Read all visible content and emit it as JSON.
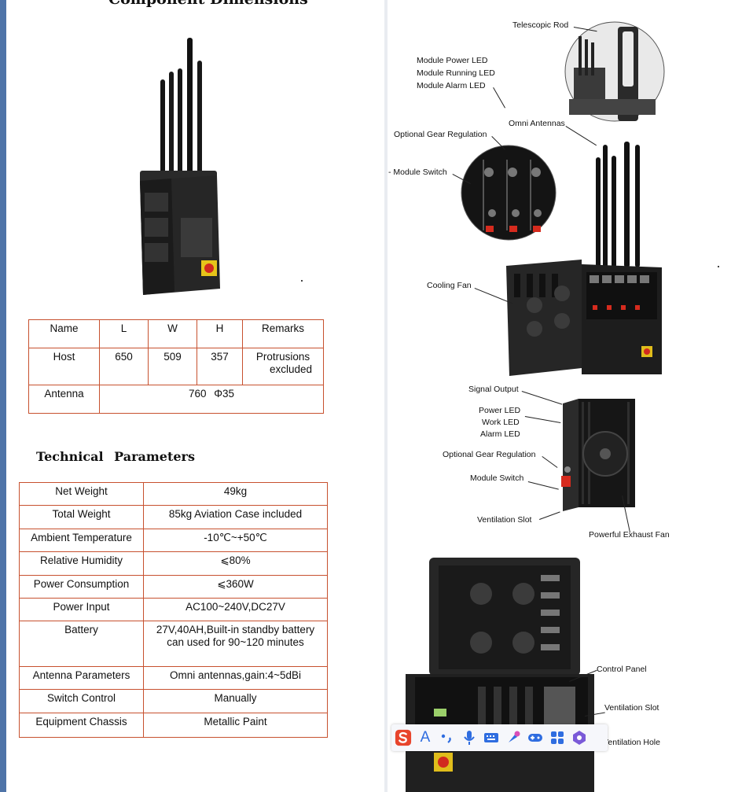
{
  "headings": {
    "component_dimensions": "Component Dimensions",
    "technical_parameters": "Technical Parameters"
  },
  "dimensions_table": {
    "headers": [
      "Name",
      "L",
      "W",
      "H",
      "Remarks"
    ],
    "host": {
      "name": "Host",
      "l": "650",
      "w": "509",
      "h": "357",
      "remarks_line1": "Protrusions",
      "remarks_line2": "excluded"
    },
    "antenna": {
      "name": "Antenna",
      "value": "760 Φ35"
    }
  },
  "technical_table": [
    {
      "label": "Net Weight",
      "value": "49kg"
    },
    {
      "label": "Total Weight",
      "value": "85kg Aviation Case included"
    },
    {
      "label": "Ambient Temperature",
      "value": "-10℃~+50℃"
    },
    {
      "label": "Relative Humidity",
      "value": "⩽80%"
    },
    {
      "label": "Power Consumption",
      "value": "⩽360W"
    },
    {
      "label": "Power Input",
      "value": "AC100~240V,DC27V"
    },
    {
      "label": "Battery",
      "value": "27V,40AH,Built-in standby battery",
      "value2": "can used for 90~120 minutes"
    },
    {
      "label": "Antenna Parameters",
      "value": "Omni antennas,gain:4~5dBi"
    },
    {
      "label": "Switch Control",
      "value": "Manually"
    },
    {
      "label": "Equipment Chassis",
      "value": "Metallic Paint"
    }
  ],
  "callouts": {
    "telescopic_rod": "Telescopic Rod",
    "module_power_led": "Module Power LED",
    "module_running_led": "Module Running LED",
    "module_alarm_led": "Module Alarm LED",
    "optional_gear_regulation_1": "Optional Gear Regulation",
    "omni_antennas": "Omni Antennas",
    "module_switch_1": "- Module Switch",
    "cooling_fan": "Cooling Fan",
    "signal_output": "Signal Output",
    "power_led": "Power LED",
    "work_led": "Work LED",
    "alarm_led": "Alarm LED",
    "optional_gear_regulation_2": "Optional Gear Regulation",
    "module_switch_2": "Module Switch",
    "ventilation_slot_1": "Ventilation Slot",
    "powerful_exhaust_fan": "Powerful Exhaust Fan",
    "control_panel": "Control Panel",
    "ventilation_slot_2": "Ventilation Slot",
    "ventilation_hole": "Ventilation Hole"
  },
  "toolbar_icons": [
    "sogou-logo-icon",
    "text-A-icon",
    "punctuation-icon",
    "microphone-icon",
    "keyboard-icon",
    "skin-icon",
    "gamepad-icon",
    "grid-icon",
    "toolbox-icon"
  ],
  "toolbar_glyphs": {
    "a_letter": "A"
  },
  "colors": {
    "table_border": "#c7512f",
    "toolbar_accent": "#e8452c",
    "icon_blue": "#2f6de0"
  }
}
